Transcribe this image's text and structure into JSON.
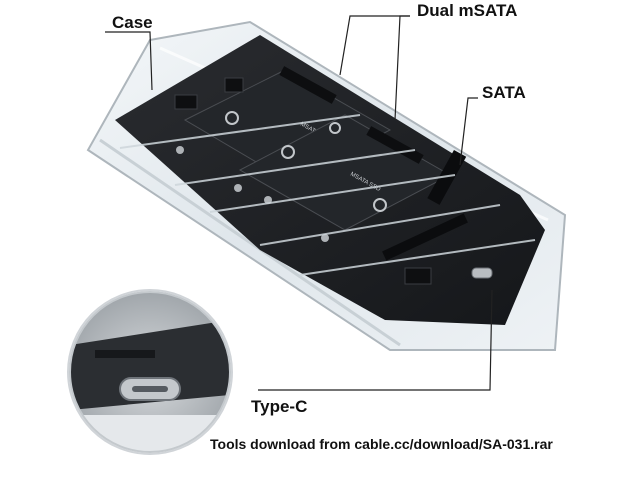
{
  "callouts": {
    "case": "Case",
    "dual_msata": "Dual mSATA",
    "sata": "SATA",
    "type_c": "Type-C"
  },
  "footer": {
    "text": "Tools download from cable.cc/download/SA-031.rar"
  },
  "pcb": {
    "msata_slot_1": "MSATA SSD",
    "msata_slot_2": "MSATA SSD"
  },
  "colors": {
    "background": "#ffffff",
    "case_clear": "#e9eef2",
    "pcb_black": "#1d1f22",
    "metal": "#b8bcc0",
    "text": "#111111"
  }
}
